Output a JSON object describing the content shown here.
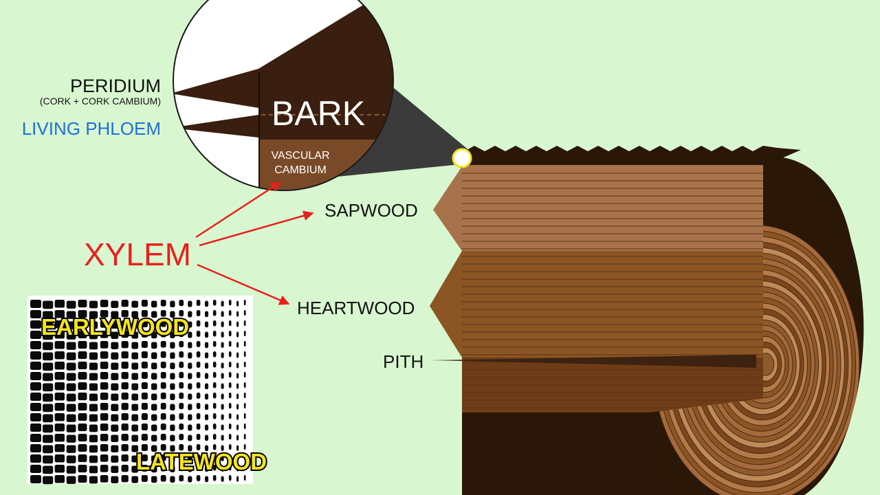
{
  "labels": {
    "peridium": "PERIDIUM",
    "peridium_sub": "(CORK + CORK CAMBIUM)",
    "living_phloem": "LIVING PHLOEM",
    "bark": "BARK",
    "vascular_cambium_line1": "VASCULAR",
    "vascular_cambium_line2": "CAMBIUM",
    "xylem": "XYLEM",
    "sapwood": "SAPWOOD",
    "heartwood": "HEARTWOOD",
    "pith": "PITH",
    "earlywood": "EARLYWOOD",
    "latewood": "LATEWOOD"
  },
  "colors": {
    "background": "#d8f7d0",
    "bark": "#3a1e0f",
    "cambium": "#7a4a28",
    "sapwood": "#a8734c",
    "heartwood": "#8b5524",
    "xylem_red": "#e8201c",
    "phloem_blue": "#1e6fd9",
    "highlight_yellow": "#f5e51c"
  }
}
